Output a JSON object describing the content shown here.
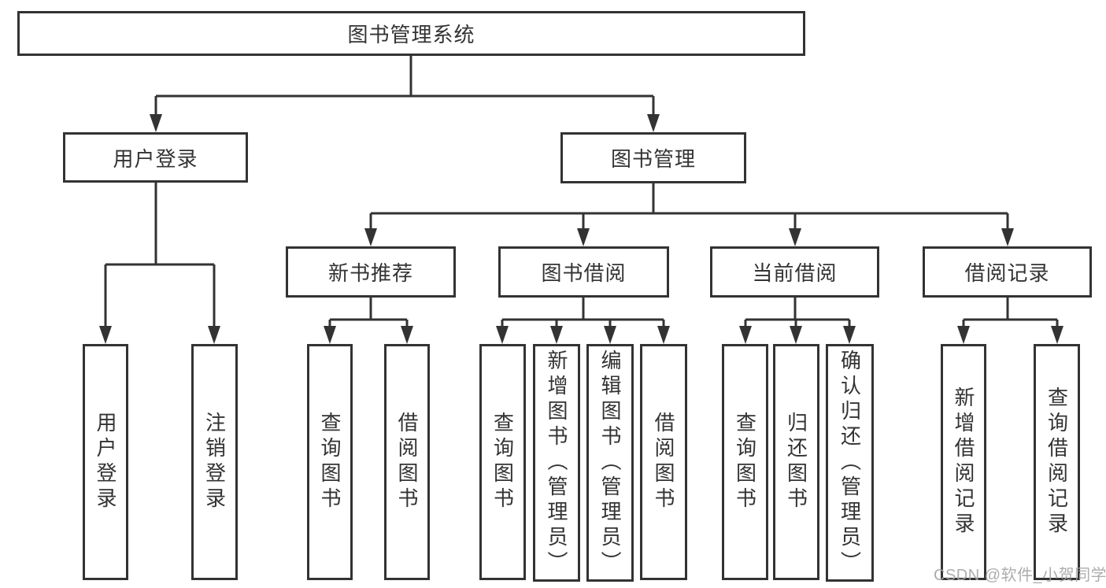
{
  "diagram": {
    "type": "tree-structure-chart",
    "title": "图书管理系统",
    "watermark": "CSDN @软件_小贺同学",
    "colors": {
      "background": "#ffffff",
      "box_border": "#333333",
      "box_fill": "#ffffff",
      "line": "#333333",
      "text": "#333333",
      "watermark": "#a4a4a4"
    },
    "nodes": {
      "root": {
        "label": "图书管理系统"
      },
      "user_login": {
        "label": "用户登录"
      },
      "book_management": {
        "label": "图书管理"
      },
      "new_book_recommend": {
        "label": "新书推荐"
      },
      "book_borrow": {
        "label": "图书借阅"
      },
      "current_borrow": {
        "label": "当前借阅"
      },
      "borrow_record": {
        "label": "借阅记录"
      },
      "leaf_user_login": {
        "label": "用户登录"
      },
      "leaf_logout": {
        "label": "注销登录"
      },
      "leaf_query_book_1": {
        "label": "查询图书"
      },
      "leaf_borrow_book_1": {
        "label": "借阅图书"
      },
      "leaf_query_book_2": {
        "label": "查询图书"
      },
      "leaf_add_book_admin": {
        "label": "新增图书（管理员）"
      },
      "leaf_edit_book_admin": {
        "label": "编辑图书（管理员）"
      },
      "leaf_borrow_book_2": {
        "label": "借阅图书"
      },
      "leaf_query_book_3": {
        "label": "查询图书"
      },
      "leaf_return_book": {
        "label": "归还图书"
      },
      "leaf_confirm_return_admin": {
        "label": "确认归还（管理员）"
      },
      "leaf_add_borrow_record": {
        "label": "新增借阅记录"
      },
      "leaf_query_borrow_record": {
        "label": "查询借阅记录"
      }
    },
    "edges": [
      "图书管理系统→用户登录",
      "图书管理系统→图书管理",
      "用户登录→用户登录",
      "用户登录→注销登录",
      "图书管理→新书推荐",
      "图书管理→图书借阅",
      "图书管理→当前借阅",
      "图书管理→借阅记录",
      "新书推荐→查询图书",
      "新书推荐→借阅图书",
      "图书借阅→查询图书",
      "图书借阅→新增图书（管理员）",
      "图书借阅→编辑图书（管理员）",
      "图书借阅→借阅图书",
      "当前借阅→查询图书",
      "当前借阅→归还图书",
      "当前借阅→确认归还（管理员）",
      "借阅记录→新增借阅记录",
      "借阅记录→查询借阅记录"
    ]
  }
}
